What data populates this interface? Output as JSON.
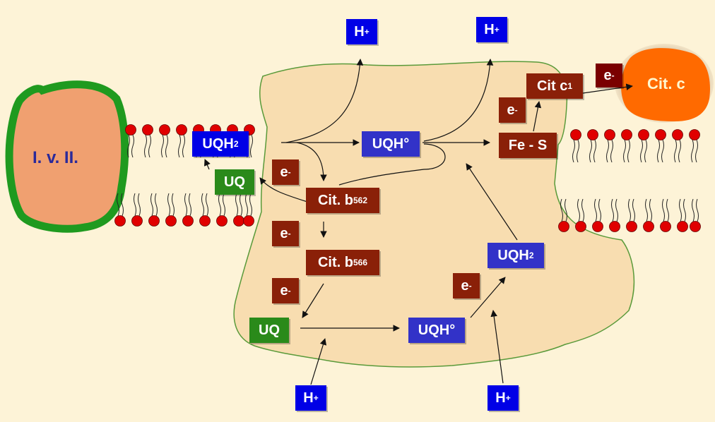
{
  "complex_left": {
    "label": "I. v. II."
  },
  "cytochrome_c": {
    "label": "Cit. c"
  },
  "labels": {
    "h_plus_top_left": {
      "main": "H",
      "sup": "+"
    },
    "h_plus_top_right": {
      "main": "H",
      "sup": "+"
    },
    "h_plus_bottom_left": {
      "main": "H",
      "sup": "+"
    },
    "h_plus_bottom_right": {
      "main": "H",
      "sup": "+"
    },
    "uqh2_membrane": {
      "main": "UQH",
      "sub": "2"
    },
    "uq_membrane": {
      "main": "UQ"
    },
    "uqh_radical_top": {
      "main": "UQH°"
    },
    "fe_s": {
      "main": "Fe - S"
    },
    "cit_c1": {
      "main": "Cit c",
      "sub": "1"
    },
    "e_cyt_c": {
      "main": "e",
      "sup": "-"
    },
    "e_fes": {
      "main": "e",
      "sup": "-"
    },
    "e_b562_top": {
      "main": "e",
      "sup": "-"
    },
    "cit_b562": {
      "main": "Cit. b",
      "sub": "562"
    },
    "e_b562_bottom": {
      "main": "e",
      "sup": "-"
    },
    "cit_b566": {
      "main": "Cit. b",
      "sub": "566"
    },
    "e_b566": {
      "main": "e",
      "sup": "-"
    },
    "uq_bottom": {
      "main": "UQ"
    },
    "uqh_radical_bottom": {
      "main": "UQH°"
    },
    "e_bottom_right": {
      "main": "e",
      "sup": "-"
    },
    "uqh2_bottom_right": {
      "main": "UQH",
      "sub": "2"
    }
  },
  "colors": {
    "background": "#fdf3d7",
    "complex_body": "#f0a070",
    "complex_outline": "#1f9a1f",
    "matrix_fill": "#f8ddb0",
    "cyt_c": "#ff6a00",
    "lipid_head": "#e00000",
    "proton_box": "#0000e6",
    "quinone_radical_box": "#3232c8",
    "quinone_box": "#2a8a1a",
    "cytochrome_box": "#8a2008"
  }
}
